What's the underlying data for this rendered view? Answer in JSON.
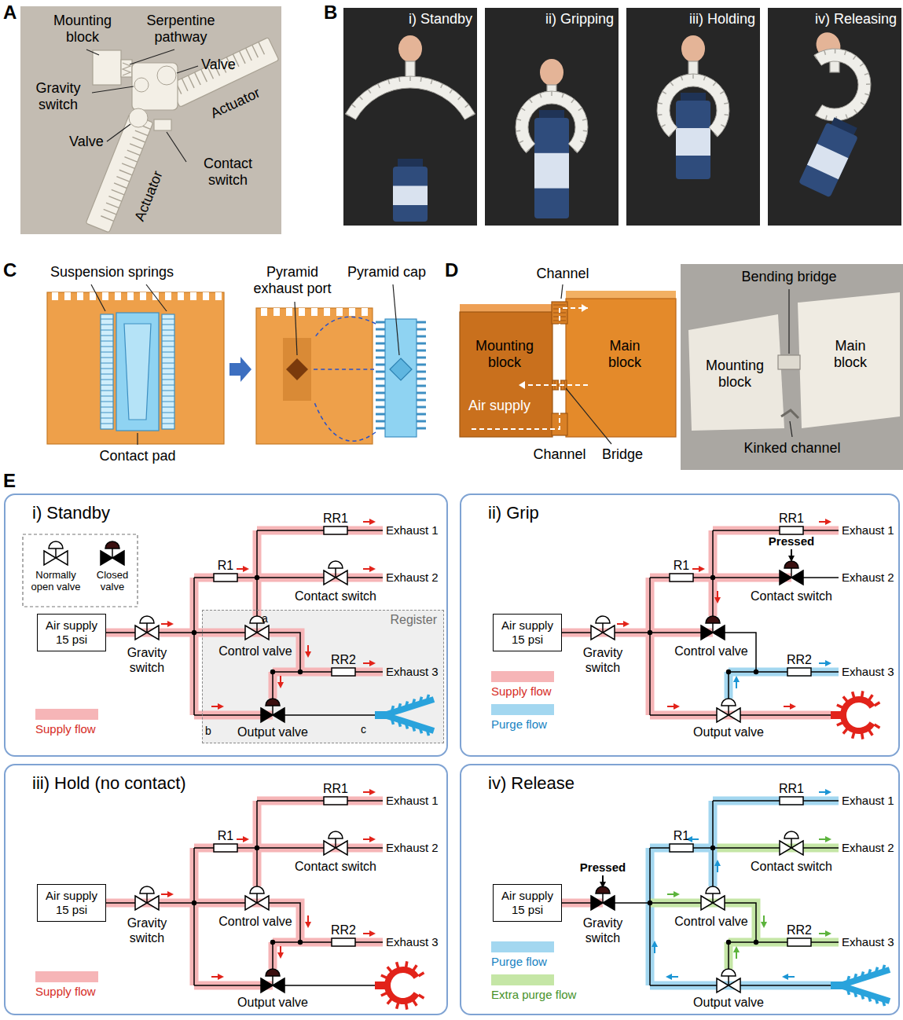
{
  "diagram": {
    "nodes": [
      {
        "text": [
          "i) Standby"
        ]
      },
      {
        "text": [
          "Air supply 15 psi"
        ],
        "in": 0
      },
      {
        "text": [
          "Register"
        ],
        "in": 0
      },
      {
        "text": [
          "ii) Grip"
        ]
      },
      {
        "text": [
          "Air supply 15 psi"
        ],
        "in": 3
      },
      {
        "text": [
          "iii) Hold (no contact)"
        ]
      },
      {
        "text": [
          "Air supply 15 psi"
        ],
        "in": 5
      },
      {
        "text": [
          "iv) Release"
        ]
      },
      {
        "text": [
          "Air supply 15 psi"
        ],
        "in": 7
      }
    ],
    "labels": [
      "A",
      "Mounting block",
      "Serpentine pathway",
      "Valve",
      "Gravity switch",
      "Valve",
      "Actuator",
      "Contact switch",
      "Actuator",
      "B",
      "i) Standby",
      "ii) Gripping",
      "iii) Holding",
      "iv) Releasing",
      "C",
      "Suspension springs",
      "Contact pad",
      "Pyramid exhaust port",
      "Pyramid cap",
      "D",
      "Channel",
      "Mounting block",
      "Main block",
      "Air supply",
      "Channel",
      "Bridge",
      "Bending bridge",
      "Main block",
      "Mounting block",
      "Kinked channel",
      "E",
      "RR1",
      "Exhaust 1",
      "R1",
      "Exhaust 2",
      "Contact switch",
      "a",
      "Control valve",
      "RR2",
      "Exhaust 3",
      "Gravity switch",
      "b",
      "Output valve",
      "c",
      "RR1",
      "Exhaust 1",
      "Pressed",
      "R1",
      "Exhaust 2",
      "Contact switch",
      "Control valve",
      "RR2",
      "Exhaust 3",
      "Gravity switch",
      "Output valve",
      "RR1",
      "Exhaust 1",
      "R1",
      "Exhaust 2",
      "Contact switch",
      "Control valve",
      "RR2",
      "Exhaust 3",
      "Gravity switch",
      "Output valve",
      "RR1",
      "Exhaust 1",
      "R1",
      "Pressed",
      "Exhaust 2",
      "Contact switch",
      "Control valve",
      "RR2",
      "Exhaust 3",
      "Gravity switch",
      "Output valve"
    ],
    "legend": [
      {
        "text": "Normally open valve"
      },
      {
        "text": "Closed valve"
      },
      {
        "text": "Supply flow",
        "color": "#f6b5b7"
      },
      {
        "text": "Supply flow",
        "color": "#f6b5b7"
      },
      {
        "text": "Purge flow",
        "color": "#a3d7f0"
      },
      {
        "text": "Supply flow",
        "color": "#f6b5b7"
      },
      {
        "text": "Purge flow",
        "color": "#a3d7f0"
      },
      {
        "text": "Extra purge flow",
        "color": "#c5e6a6"
      }
    ]
  }
}
